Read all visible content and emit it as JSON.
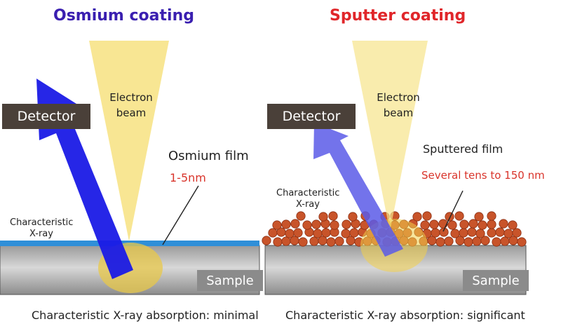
{
  "left": {
    "title": "Osmium coating",
    "title_color": "#3a1fb0",
    "beam_label": [
      "Electron",
      "beam"
    ],
    "detector": "Detector",
    "film_label": "Osmium film",
    "film_thickness": "1-5nm",
    "xray_label": [
      "Characteristic",
      "X-ray"
    ],
    "sample": "Sample",
    "caption": "Characteristic X-ray absorption: minimal"
  },
  "right": {
    "title": "Sputter coating",
    "title_color": "#e0262a",
    "beam_label": [
      "Electron",
      "beam"
    ],
    "detector": "Detector",
    "film_label": "Sputtered film",
    "film_thickness": "Several tens to 150 nm",
    "xray_label": [
      "Characteristic",
      "X-ray"
    ],
    "sample": "Sample",
    "caption": "Characteristic X-ray absorption: significant"
  },
  "colors": {
    "beam": "#f7e48a",
    "arrow_left": "#1a1ae6",
    "arrow_right": "#5a5ae8",
    "osmium_film": "#2f8fd8",
    "particle": "#c8542a",
    "thickness_text": "#d9342b",
    "detector_bg": "#4a4039",
    "sample_bg": "#8b8b8b"
  }
}
